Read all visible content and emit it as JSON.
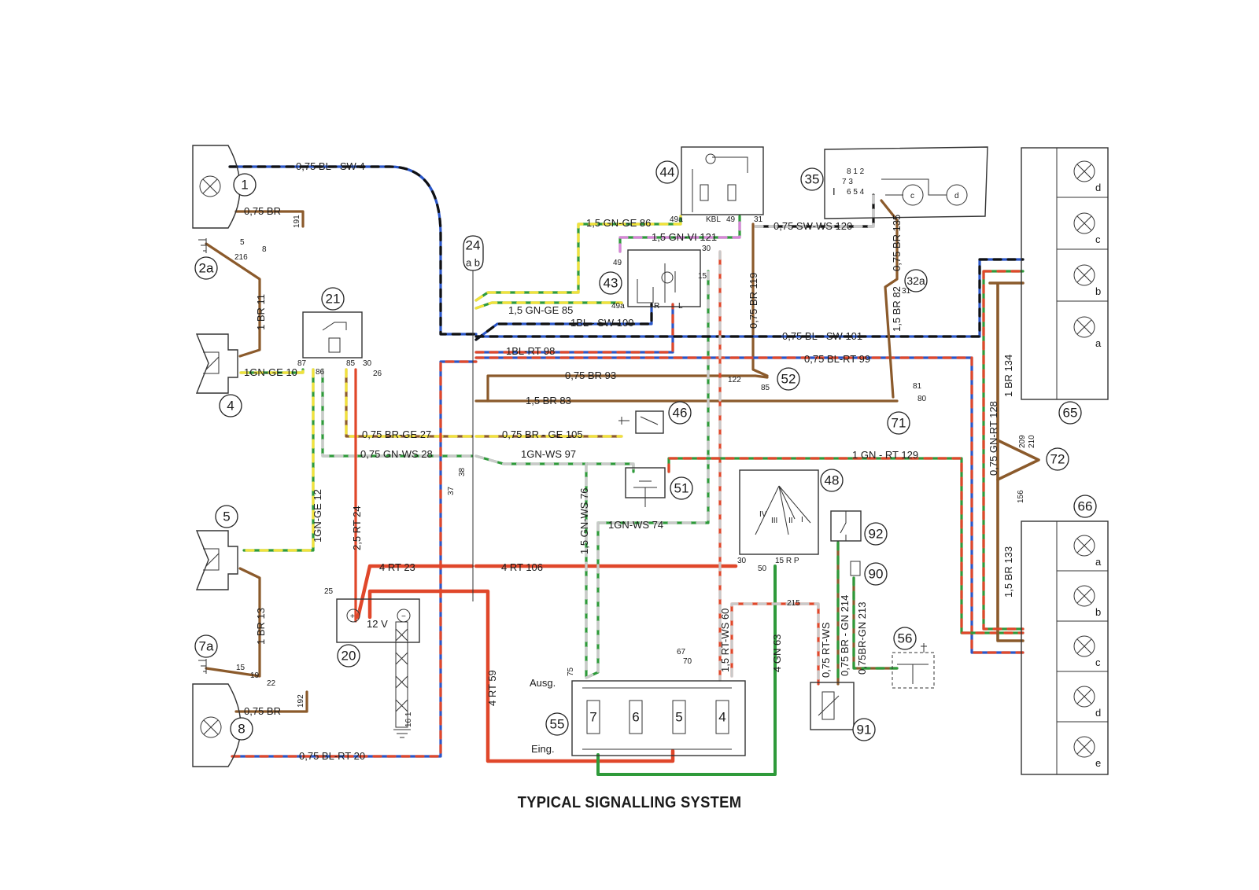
{
  "title": "TYPICAL SIGNALLING SYSTEM",
  "colors": {
    "BL": "#2a56c8",
    "SW": "#111111",
    "BR": "#8b5a2b",
    "GN": "#2e9a3a",
    "GE": "#f2e23a",
    "RT": "#e0472a",
    "WS": "#c9c9c9",
    "VI": "#d884d8"
  },
  "components": {
    "c1": "1",
    "c2a": "2a",
    "c4": "4",
    "c5": "5",
    "c7a": "7a",
    "c8": "8",
    "c20": "20",
    "c21": "21",
    "c24": "24",
    "c24ab": "a b",
    "c35": "35",
    "c32a": "32a",
    "c43": "43",
    "c44": "44",
    "c46": "46",
    "c48": "48",
    "c51": "51",
    "c52": "52",
    "c55": "55",
    "c56": "56",
    "c65": "65",
    "c66": "66",
    "c71": "71",
    "c72": "72",
    "c90": "90",
    "c91": "91",
    "c92": "92"
  },
  "wires": {
    "w_bl_sw_4": "0,75 BL - SW 4",
    "w_br_1": "0,75 BR",
    "w_191": "191",
    "w_5": "5",
    "w_8": "8",
    "w_216": "216",
    "w_1br11": "1 BR 11",
    "w_1gnge10": "1GN-GE 10",
    "w_26": "26",
    "w_87": "87",
    "w_86": "86",
    "w_85a": "85",
    "w_30a": "30",
    "w_brge27": "0,75 BR-GE 27",
    "w_gnws28": "0,75 GN-WS 28",
    "w_1gnge12": "1GN-GE 12",
    "w_25rt24": "2,5 RT 24",
    "w_37": "37",
    "w_38": "38",
    "w_1br13": "1 BR 13",
    "w_15": "15",
    "w_19": "19",
    "w_22": "22",
    "w_192": "192",
    "w_br_8": "0,75 BR",
    "w_blrt20": "0,75 BL-RT 20",
    "w_4rt23": "4 RT 23",
    "w_25": "25",
    "w_12v": "12 V",
    "w_161": "16 1",
    "w_4rt59": "4 RT 59",
    "w_4rt106": "4 RT 106",
    "w_1blrt98": "1BL-RT 98",
    "w_1blsw100": "1BL - SW 100",
    "w_15gnge85": "1,5 GN-GE 85",
    "w_15gnge86": "1,5 GN-GE 86",
    "w_15gnvi121": "1,5 GN-VI 121",
    "w_swws120": "0,75 SW-WS 120",
    "w_br93": "0,75 BR 93",
    "w_15br83": "1,5 BR 83",
    "w_brge105": "0,75 BR - GE 105",
    "w_1gnws97": "1GN-WS 97",
    "w_15gnws76": "1,5 GN-WS 76",
    "w_1gnws74": "1GN-WS 74",
    "w_75": "75",
    "w_br119": "0,75 BR 119",
    "w_122": "122",
    "w_85b": "85",
    "w_blsw101": "0,75 BL - SW 101",
    "w_blrt99": "0,75 BL-RT 99",
    "w_br135": "0,75 BR 135",
    "w_15br82": "1,5 BR 82",
    "w_31a": "31",
    "w_81": "81",
    "w_80": "80",
    "w_1gnrt129": "1 GN - RT 129",
    "w_15rtws60": "1,5 RT-WS 60",
    "w_4gn63": "4 GN 63",
    "w_215": "215",
    "w_67": "67",
    "w_70": "70",
    "w_rtws": "0,75 RT-WS",
    "w_brgn214": "0,75 BR - GN 214",
    "w_brgn213": "0,75BR-GN 213",
    "w_1br134": "1 BR 134",
    "w_gnrt128": "0,75 GN-RT 128",
    "w_209": "209",
    "w_210": "210",
    "w_156": "156",
    "w_15br133": "1,5 BR 133",
    "w_30b": "30",
    "w_50": "50",
    "w_15R_P": "15  R   P",
    "w_15b": "15",
    "w_49a_1": "49a",
    "w_kbl": "KBL",
    "w_49": "49",
    "w_31b": "31",
    "w_49b": "49",
    "w_49a_2": "49a",
    "w_R": "R",
    "w_L": "L",
    "w_30c": "30",
    "w_ausg": "Ausg.",
    "w_eing": "Eing.",
    "w_r7": "7",
    "w_r6": "6",
    "w_r5": "5",
    "w_r4": "4",
    "w_tp_I": "I",
    "w_tp_II": "II",
    "w_tp_III": "III",
    "w_tp_IV": "IV",
    "w_sw_nums": "8 1 2",
    "w_sw_nums2": "7 3",
    "w_sw_nums3": "6 5 4",
    "w_sw_I": "I",
    "w_c": "c",
    "w_d": "d"
  },
  "lamps65": [
    "d",
    "c",
    "b",
    "a"
  ],
  "lamps66": [
    "a",
    "b",
    "c",
    "d",
    "e"
  ]
}
